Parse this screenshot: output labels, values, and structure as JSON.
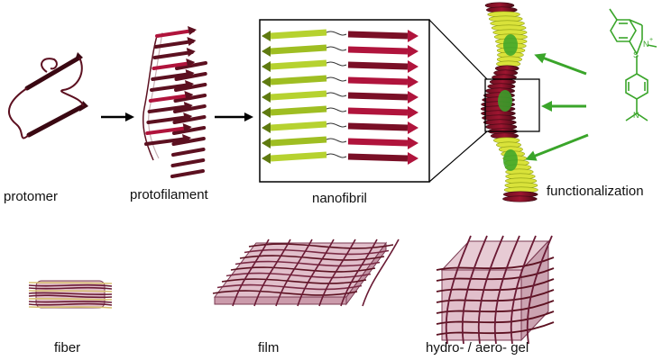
{
  "labels": {
    "protomer": "protomer",
    "protofilament": "protofilament",
    "nanofibril": "nanofibril",
    "functionalization": "functionalization",
    "fiber": "fiber",
    "film": "film",
    "gel": "hydro- / aero- gel"
  },
  "molecule_labels": {
    "sulfur": "S",
    "nitrogen_ring": "N",
    "nitrogen_amine": "N",
    "charge": "+"
  },
  "colors": {
    "strand_dark": "#5c1020",
    "strand_red": "#b0143c",
    "strand_green": "#b6d230",
    "fibril_yellow": "#d9e23a",
    "functional_green": "#3aa52a",
    "material_fill": "#c98aa0",
    "material_edge": "#7a3a52",
    "arrow": "#000000"
  }
}
